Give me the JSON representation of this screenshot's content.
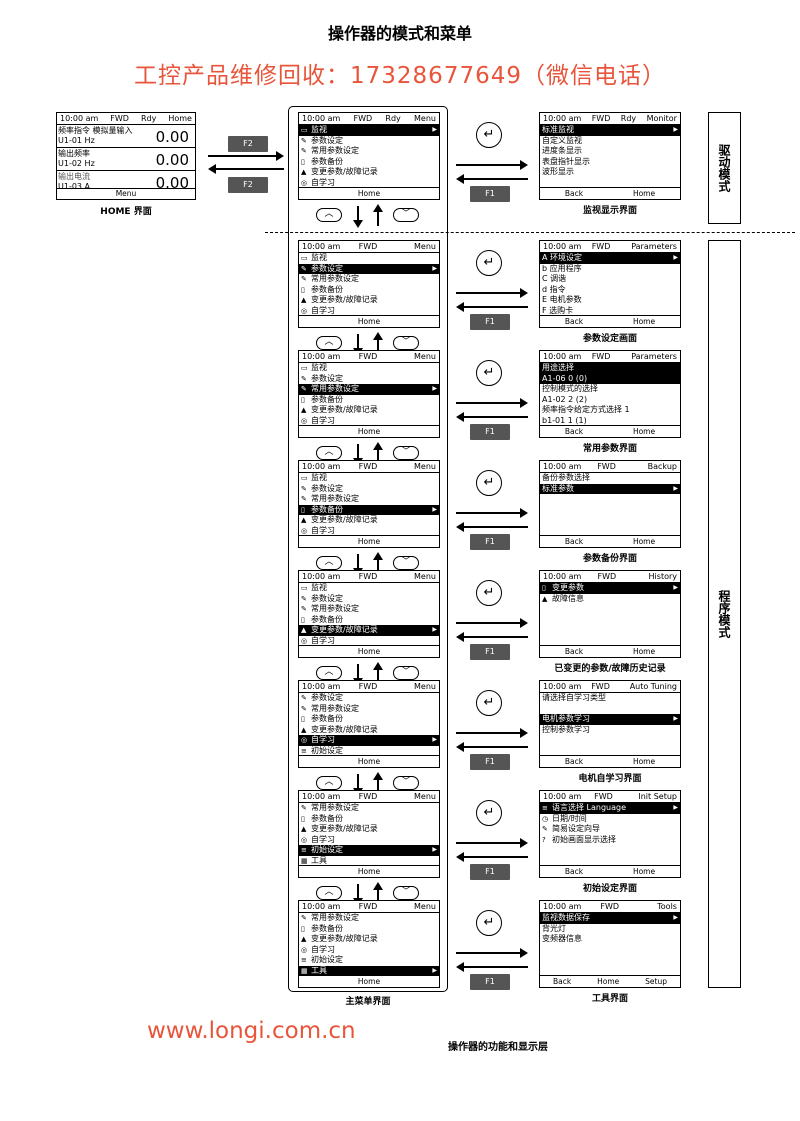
{
  "title": "操作器的模式和菜单",
  "banner": "工控产品维修回收：17328677649（微信电话）",
  "footer_url": "www.longi.com.cn",
  "footer_caption": "操作器的功能和显示层",
  "side_labels": {
    "drive": "驱动模式",
    "program": "程序模式"
  },
  "keys": {
    "f1": "F1",
    "f2": "F2"
  },
  "home": {
    "header": {
      "time": "10:00 am",
      "dir": "FWD",
      "status": "Rdy",
      "mode": "Home"
    },
    "blocks": [
      {
        "l1": "频率指令 模拟量输入",
        "l2": "U1-01   Hz",
        "value": "0.00"
      },
      {
        "l1": "输出频率",
        "l2": "U1-02   Hz",
        "value": "0.00"
      },
      {
        "l1": "输出电流",
        "l2": "U1-03   A",
        "value": "0.00"
      }
    ],
    "footer": "Menu",
    "caption": "HOME 界面"
  },
  "menus": [
    {
      "header": {
        "time": "10:00 am",
        "dir": "FWD",
        "status": "Rdy",
        "mode": "Menu"
      },
      "rows": [
        {
          "icon": "monitor-icon",
          "glyph": "▭",
          "text": "监视",
          "sel": true
        },
        {
          "icon": "pencil-icon",
          "glyph": "✎",
          "text": "参数设定"
        },
        {
          "icon": "pencil-icon",
          "glyph": "✎",
          "text": "常用参数设定"
        },
        {
          "icon": "backup-icon",
          "glyph": "▯",
          "text": "参数备份"
        },
        {
          "icon": "warning-icon",
          "glyph": "▲",
          "text": "变更参数/故障记录"
        },
        {
          "icon": "autotune-icon",
          "glyph": "◎",
          "text": "自学习"
        }
      ],
      "footer": "Home"
    },
    {
      "header": {
        "time": "10:00 am",
        "dir": "FWD",
        "status": "",
        "mode": "Menu"
      },
      "rows": [
        {
          "icon": "monitor-icon",
          "glyph": "▭",
          "text": "监视"
        },
        {
          "icon": "pencil-icon",
          "glyph": "✎",
          "text": "参数设定",
          "sel": true
        },
        {
          "icon": "pencil-icon",
          "glyph": "✎",
          "text": "常用参数设定"
        },
        {
          "icon": "backup-icon",
          "glyph": "▯",
          "text": "参数备份"
        },
        {
          "icon": "warning-icon",
          "glyph": "▲",
          "text": "变更参数/故障记录"
        },
        {
          "icon": "autotune-icon",
          "glyph": "◎",
          "text": "自学习"
        }
      ],
      "footer": "Home"
    },
    {
      "header": {
        "time": "10:00 am",
        "dir": "FWD",
        "status": "",
        "mode": "Menu"
      },
      "rows": [
        {
          "icon": "monitor-icon",
          "glyph": "▭",
          "text": "监视"
        },
        {
          "icon": "pencil-icon",
          "glyph": "✎",
          "text": "参数设定"
        },
        {
          "icon": "pencil-icon",
          "glyph": "✎",
          "text": "常用参数设定",
          "sel": true
        },
        {
          "icon": "backup-icon",
          "glyph": "▯",
          "text": "参数备份"
        },
        {
          "icon": "warning-icon",
          "glyph": "▲",
          "text": "变更参数/故障记录"
        },
        {
          "icon": "autotune-icon",
          "glyph": "◎",
          "text": "自学习"
        }
      ],
      "footer": "Home"
    },
    {
      "header": {
        "time": "10:00 am",
        "dir": "FWD",
        "status": "",
        "mode": "Menu"
      },
      "rows": [
        {
          "icon": "monitor-icon",
          "glyph": "▭",
          "text": "监视"
        },
        {
          "icon": "pencil-icon",
          "glyph": "✎",
          "text": "参数设定"
        },
        {
          "icon": "pencil-icon",
          "glyph": "✎",
          "text": "常用参数设定"
        },
        {
          "icon": "backup-icon",
          "glyph": "▯",
          "text": "参数备份",
          "sel": true
        },
        {
          "icon": "warning-icon",
          "glyph": "▲",
          "text": "变更参数/故障记录"
        },
        {
          "icon": "autotune-icon",
          "glyph": "◎",
          "text": "自学习"
        }
      ],
      "footer": "Home"
    },
    {
      "header": {
        "time": "10:00 am",
        "dir": "FWD",
        "status": "",
        "mode": "Menu"
      },
      "rows": [
        {
          "icon": "monitor-icon",
          "glyph": "▭",
          "text": "监视"
        },
        {
          "icon": "pencil-icon",
          "glyph": "✎",
          "text": "参数设定"
        },
        {
          "icon": "pencil-icon",
          "glyph": "✎",
          "text": "常用参数设定"
        },
        {
          "icon": "backup-icon",
          "glyph": "▯",
          "text": "参数备份"
        },
        {
          "icon": "warning-icon",
          "glyph": "▲",
          "text": "变更参数/故障记录",
          "sel": true
        },
        {
          "icon": "autotune-icon",
          "glyph": "◎",
          "text": "自学习"
        }
      ],
      "footer": "Home"
    },
    {
      "header": {
        "time": "10:00 am",
        "dir": "FWD",
        "status": "",
        "mode": "Menu"
      },
      "rows": [
        {
          "icon": "pencil-icon",
          "glyph": "✎",
          "text": "参数设定"
        },
        {
          "icon": "pencil-icon",
          "glyph": "✎",
          "text": "常用参数设定"
        },
        {
          "icon": "backup-icon",
          "glyph": "▯",
          "text": "参数备份"
        },
        {
          "icon": "warning-icon",
          "glyph": "▲",
          "text": "变更参数/故障记录"
        },
        {
          "icon": "autotune-icon",
          "glyph": "◎",
          "text": "自学习",
          "sel": true
        },
        {
          "icon": "init-icon",
          "glyph": "≡",
          "text": "初始设定"
        }
      ],
      "footer": "Home"
    },
    {
      "header": {
        "time": "10:00 am",
        "dir": "FWD",
        "status": "",
        "mode": "Menu"
      },
      "rows": [
        {
          "icon": "pencil-icon",
          "glyph": "✎",
          "text": "常用参数设定"
        },
        {
          "icon": "backup-icon",
          "glyph": "▯",
          "text": "参数备份"
        },
        {
          "icon": "warning-icon",
          "glyph": "▲",
          "text": "变更参数/故障记录"
        },
        {
          "icon": "autotune-icon",
          "glyph": "◎",
          "text": "自学习"
        },
        {
          "icon": "init-icon",
          "glyph": "≡",
          "text": "初始设定",
          "sel": true
        },
        {
          "icon": "tools-icon",
          "glyph": "▦",
          "text": "工具"
        }
      ],
      "footer": "Home"
    },
    {
      "header": {
        "time": "10:00 am",
        "dir": "FWD",
        "status": "",
        "mode": "Menu"
      },
      "rows": [
        {
          "icon": "pencil-icon",
          "glyph": "✎",
          "text": "常用参数设定"
        },
        {
          "icon": "backup-icon",
          "glyph": "▯",
          "text": "参数备份"
        },
        {
          "icon": "warning-icon",
          "glyph": "▲",
          "text": "变更参数/故障记录"
        },
        {
          "icon": "autotune-icon",
          "glyph": "◎",
          "text": "自学习"
        },
        {
          "icon": "init-icon",
          "glyph": "≡",
          "text": "初始设定"
        },
        {
          "icon": "tools-icon",
          "glyph": "▦",
          "text": "工具",
          "sel": true
        }
      ],
      "footer": "Home"
    }
  ],
  "main_menu_caption": "主菜单界面",
  "subs": [
    {
      "header": {
        "time": "10:00 am",
        "dir": "FWD",
        "status": "Rdy",
        "mode": "Monitor"
      },
      "rows": [
        {
          "text": "标准监视",
          "sel": true
        },
        {
          "text": "自定义监视"
        },
        {
          "text": "进度条显示"
        },
        {
          "text": "表盘指针显示"
        },
        {
          "text": "波形显示"
        }
      ],
      "footer": [
        "Back",
        "Home"
      ],
      "caption": "监视显示界面"
    },
    {
      "header": {
        "time": "10:00 am",
        "dir": "FWD",
        "status": "",
        "mode": "Parameters"
      },
      "rows": [
        {
          "text": "A 环境设定",
          "sel": true
        },
        {
          "text": "b 应用程序"
        },
        {
          "text": "C 调谐"
        },
        {
          "text": "d 指令"
        },
        {
          "text": "E 电机参数"
        },
        {
          "text": "F 选购卡"
        }
      ],
      "footer": [
        "Back",
        "Home"
      ],
      "caption": "参数设定画面"
    },
    {
      "header": {
        "time": "10:00 am",
        "dir": "FWD",
        "status": "",
        "mode": "Parameters"
      },
      "rows": [
        {
          "text": "用途选择",
          "sel": true,
          "noarrow": true
        },
        {
          "text": "A1-06            0        (0)",
          "sel": true,
          "noarrow": true
        },
        {
          "text": "控制模式的选择"
        },
        {
          "text": "A1-02            2        (2)"
        },
        {
          "text": "频率指令给定方式选择 1"
        },
        {
          "text": "b1-01            1        (1)"
        }
      ],
      "footer": [
        "Back",
        "Home"
      ],
      "caption": "常用参数界面"
    },
    {
      "header": {
        "time": "10:00 am",
        "dir": "FWD",
        "status": "",
        "mode": "Backup"
      },
      "rows": [
        {
          "text": "备份参数选择"
        },
        {
          "text": "标准参数",
          "sel": true
        }
      ],
      "footer": [
        "Back",
        "Home"
      ],
      "caption": "参数备份界面"
    },
    {
      "header": {
        "time": "10:00 am",
        "dir": "FWD",
        "status": "",
        "mode": "History"
      },
      "rows": [
        {
          "text": "变更参数",
          "sel": true,
          "glyph": "▯"
        },
        {
          "text": "故障信息",
          "glyph": "▲"
        }
      ],
      "footer": [
        "Back",
        "Home"
      ],
      "caption": "已变更的参数/故障历史记录"
    },
    {
      "header": {
        "time": "10:00 am",
        "dir": "FWD",
        "status": "",
        "mode": "Auto  Tuning"
      },
      "rows": [
        {
          "text": "请选择自学习类型"
        },
        {
          "text": ""
        },
        {
          "text": "电机参数学习",
          "sel": true
        },
        {
          "text": "控制参数学习"
        }
      ],
      "footer": [
        "Back",
        "Home"
      ],
      "caption": "电机自学习界面"
    },
    {
      "header": {
        "time": "10:00 am",
        "dir": "FWD",
        "status": "",
        "mode": "Init  Setup"
      },
      "rows": [
        {
          "text": "语言选择    Language",
          "sel": true,
          "glyph": "≡"
        },
        {
          "text": "日期/时间",
          "glyph": "◷"
        },
        {
          "text": "简易设定向导",
          "glyph": "✎"
        },
        {
          "text": "初始画面显示选择",
          "glyph": "?"
        }
      ],
      "footer": [
        "Back",
        "Home"
      ],
      "caption": "初始设定界面"
    },
    {
      "header": {
        "time": "10:00 am",
        "dir": "FWD",
        "status": "",
        "mode": "Tools"
      },
      "rows": [
        {
          "text": "监视数据保存",
          "sel": true
        },
        {
          "text": "背光灯"
        },
        {
          "text": "变频器信息"
        }
      ],
      "footer": [
        "Back",
        "Home",
        "Setup"
      ],
      "caption": "工具界面"
    }
  ]
}
